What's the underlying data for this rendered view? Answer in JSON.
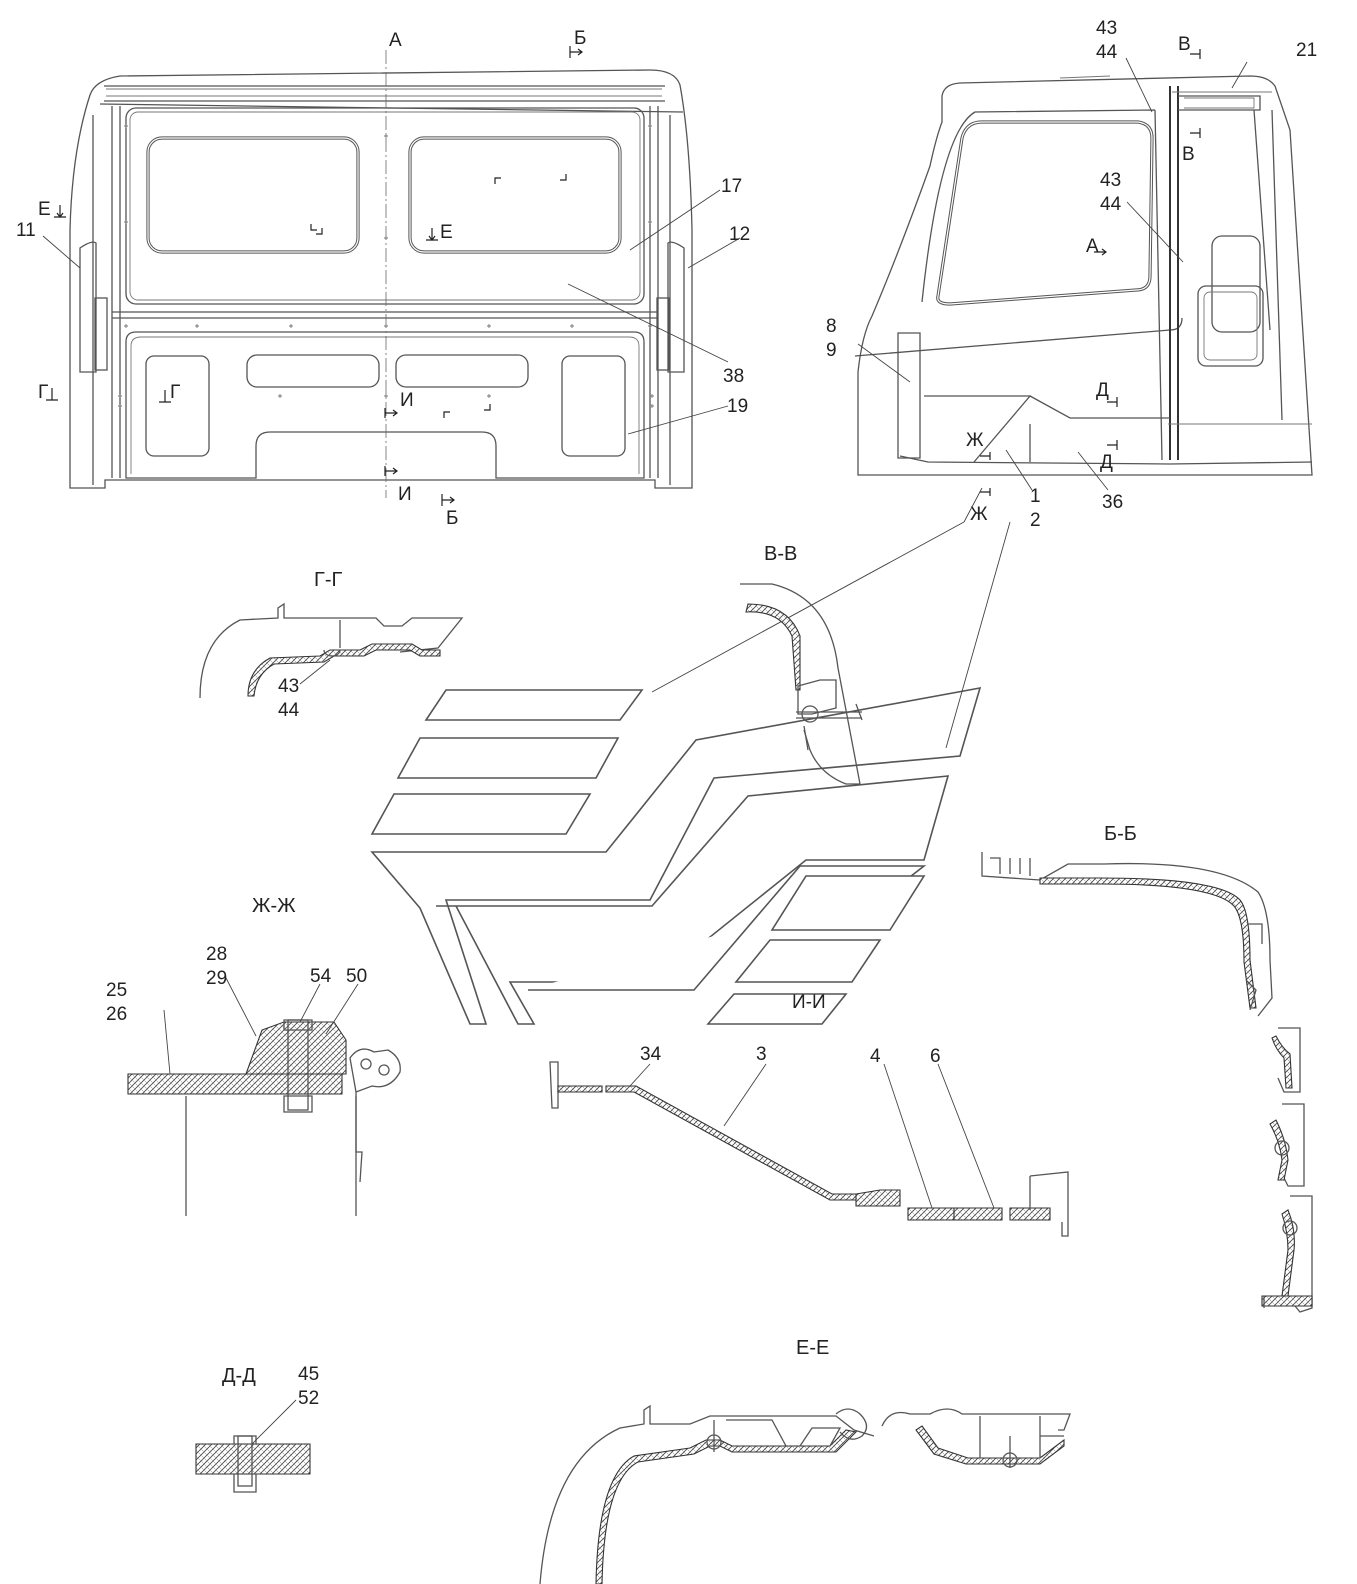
{
  "views": {
    "rear": {
      "axis_label": "А",
      "labels": [
        "11",
        "12",
        "17",
        "38",
        "19"
      ],
      "section_marks": [
        "Б",
        "Б",
        "Е",
        "Е",
        "Г",
        "Г",
        "И",
        "И"
      ]
    },
    "side": {
      "labels": [
        "43\n44",
        "21",
        "43\n44",
        "8\n9",
        "1\n2",
        "36"
      ],
      "section_marks": [
        "В",
        "В",
        "А",
        "Д",
        "Д",
        "Ж",
        "Ж"
      ]
    }
  },
  "sections": {
    "gg": {
      "title": "Г-Г",
      "labels": [
        "43",
        "44"
      ]
    },
    "vv": {
      "title": "В-В"
    },
    "bb": {
      "title": "Б-Б"
    },
    "zhzh": {
      "title": "Ж-Ж",
      "labels": [
        "28",
        "29",
        "25",
        "26",
        "54",
        "50"
      ]
    },
    "ii": {
      "title": "И-И",
      "labels": [
        "34",
        "3",
        "4",
        "6"
      ]
    },
    "dd": {
      "title": "Д-Д",
      "labels": [
        "45",
        "52"
      ]
    },
    "ee": {
      "title": "Е-Е"
    }
  }
}
